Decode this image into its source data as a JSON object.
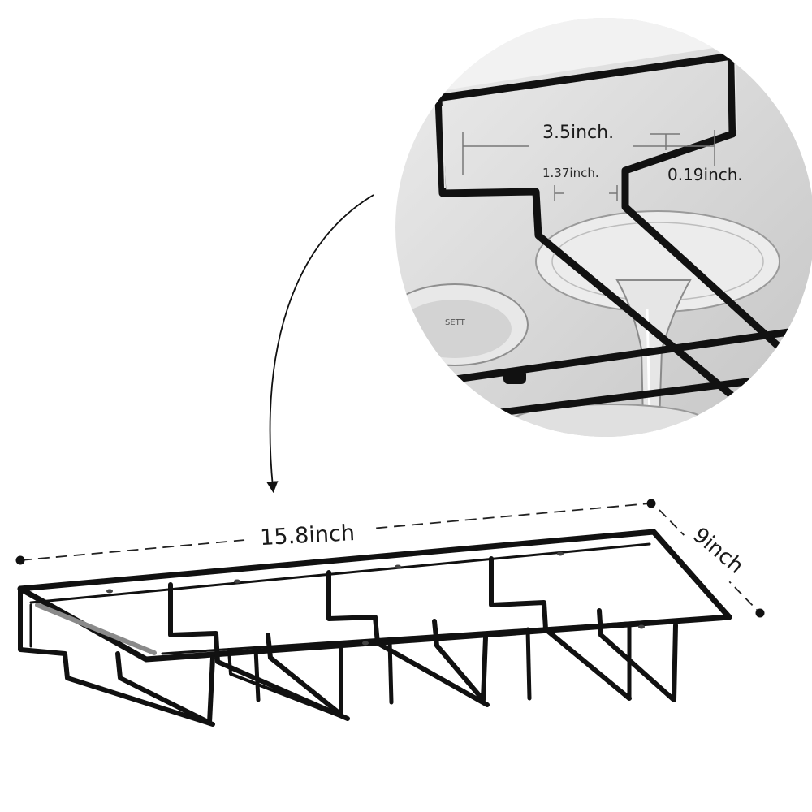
{
  "dimensions": {
    "length": "15.8inch",
    "depth": "9inch",
    "slot_spacing": "3.5inch.",
    "opening_width": "1.37inch.",
    "rod_thickness": "0.19inch."
  },
  "colors": {
    "rack": "#111111",
    "dashline": "#222222",
    "background": "#ffffff",
    "detail_backdrop": "#d9d9d9"
  }
}
